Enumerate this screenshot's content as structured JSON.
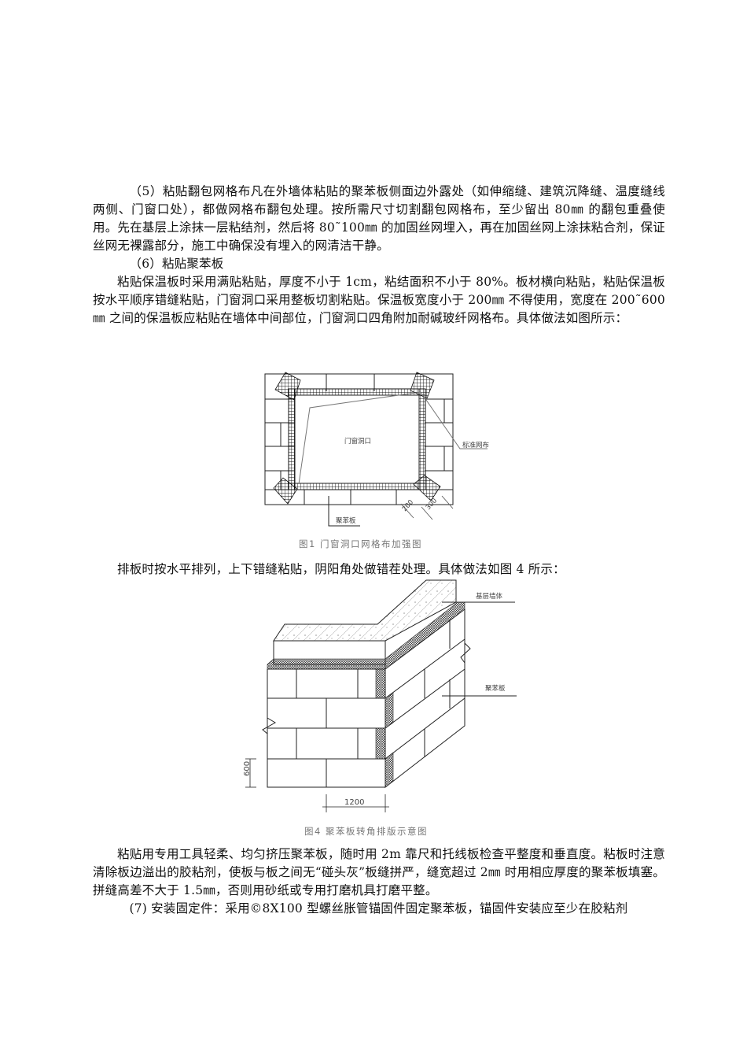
{
  "document": {
    "section5": {
      "heading_and_body": "（5）粘贴翻包网格布凡在外墙体粘贴的聚苯板侧面边外露处（如伸缩缝、建筑沉降缝、温度缝线两侧、门窗口处），都做网格布翻包处理。按所需尺寸切割翻包网格布，至少留出 80㎜ 的翻包重叠使用。先在基层上涂抹一层粘结剂，然后将 80˜100㎜ 的加固丝网埋入，再在加固丝网上涂抹粘合剂，保证丝网无裸露部分，施工中确保没有埋入的网清洁干静。"
    },
    "section6": {
      "heading": "（6）粘贴聚苯板",
      "para1": "粘贴保温板时采用满贴粘贴，厚度不小于 1cm，粘结面积不小于 80%。板材横向粘贴，粘贴保温板按水平顺序错缝粘贴，门窗洞口采用整板切割粘贴。保温板宽度小于 200㎜ 不得使用，宽度在 200˜600㎜ 之间的保温板应粘贴在墙体中间部位，门窗洞口四角附加耐碱玻纤网格布。具体做法如图所示：",
      "para2": "排板时按水平排列，上下错缝粘贴，阴阳角处做错茬处理。具体做法如图 4 所示：",
      "para3": "粘贴用专用工具轻柔、均匀挤压聚苯板，随时用 2m 靠尺和托线板检查平整度和垂直度。粘板时注意清除板边溢出的胶粘剂，使板与板之间无“碰头灰”板缝拼严，缝宽超过 2㎜ 时用相应厚度的聚苯板填塞。拼缝高差不大于 1.5㎜，否则用砂纸或专用打磨机具打磨平整。"
    },
    "section7": {
      "text": "(7)  安装固定件：采用©8X100 型螺丝胀管锚固件固定聚苯板，锚固件安装应至少在胶粘剂"
    },
    "figure1": {
      "caption": "图1  门窗洞口网格布加强图",
      "label_opening": "门窗洞口",
      "label_mesh": "标准网布",
      "label_board": "聚苯板",
      "dim_a": "200",
      "dim_b": "300"
    },
    "figure4": {
      "caption": "图4  聚苯板转角排版示意图",
      "label_base_wall": "基层墙体",
      "label_board": "聚苯板",
      "dim_height": "600",
      "dim_width": "1200"
    }
  }
}
